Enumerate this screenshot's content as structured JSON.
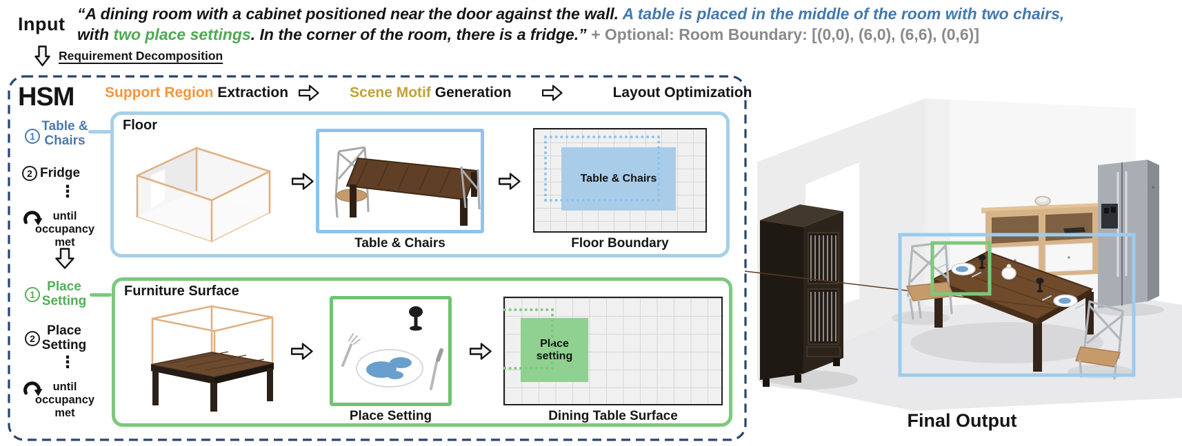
{
  "input": {
    "label": "Input",
    "line1_black": "“A dining room with a cabinet positioned near the door against the wall. ",
    "line1_blue": "A table is placed in the middle of the room with two chairs,",
    "line2_black_pre": "with ",
    "line2_green": "two place settings",
    "line2_black_post": ". In the corner of the room, there is a fridge.”",
    "line2_gray": " + Optional: Room Boundary: [(0,0), (6,0), (6,6), (0,6)]"
  },
  "decomposition": {
    "label": "Requirement Decomposition"
  },
  "hsm": {
    "title": "HSM",
    "pipeline": {
      "step1_highlight": "Support Region",
      "step1_rest": "Extraction",
      "step2_highlight": "Scene Motif",
      "step2_rest": "Generation",
      "step3": "Layout Optimization"
    },
    "loop_top": {
      "num1": "1",
      "item1": "Table &\nChairs",
      "num2": "2",
      "item2": "Fridge",
      "ellipsis": "⋮",
      "until": "until\noccupancy\nmet"
    },
    "loop_bottom": {
      "num1": "1",
      "item1": "Place\nSetting",
      "num2": "2",
      "item2": "Place\nSetting",
      "ellipsis": "⋮",
      "until": "until\noccupancy\nmet"
    },
    "floor_row": {
      "title": "Floor",
      "motif_caption": "Table & Chairs",
      "region_label": "Table & Chairs",
      "grid_caption": "Floor Boundary"
    },
    "surface_row": {
      "title": "Furniture Surface",
      "motif_caption": "Place Setting",
      "region_label": "Place\nsetting",
      "grid_caption": "Dining Table Surface"
    }
  },
  "final_output": {
    "label": "Final Output"
  },
  "colors": {
    "accent_blue_text": "#4478ad",
    "accent_green_text": "#4fa953",
    "orange": "#f5943b",
    "gold": "#c2a235",
    "navy_dash": "#27456f",
    "panel_blue": "#a5cfe9",
    "panel_green": "#7cc87c",
    "fill_blue": "#a6cbe8",
    "fill_green": "#8cce8c",
    "gray_optional": "#8a8a8a"
  }
}
